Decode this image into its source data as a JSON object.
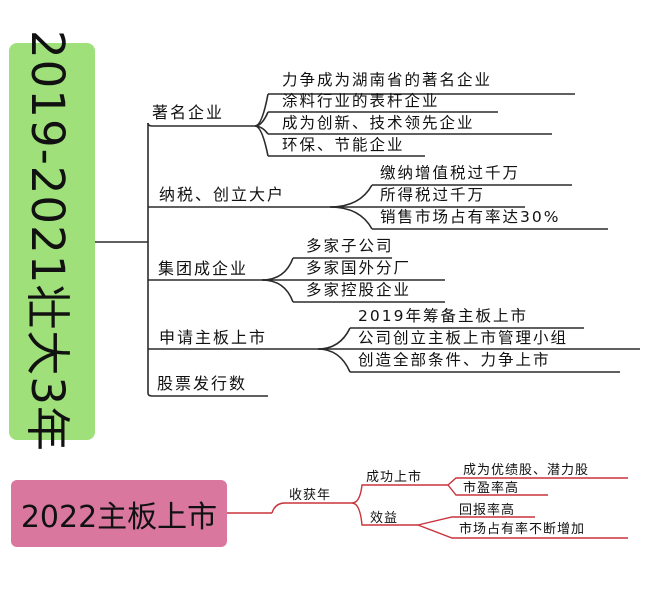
{
  "upper": {
    "title": "2019-2021壮大3年",
    "branches": [
      {
        "label": "著名企业",
        "items": [
          "力争成为湖南省的著名企业",
          "涂料行业的表杆企业",
          "成为创新、技术领先企业",
          "环保、节能企业"
        ]
      },
      {
        "label": "纳税、创立大户",
        "items": [
          "缴纳增值税过千万",
          "所得税过千万",
          "销售市场占有率达30%"
        ]
      },
      {
        "label": "集团成企业",
        "items": [
          "多家子公司",
          "多家国外分厂",
          "多家控股企业"
        ]
      },
      {
        "label": "申请主板上市",
        "items": [
          "2019年筹备主板上市",
          "公司创立主板上市管理小组",
          "创造全部条件、力争上市"
        ]
      },
      {
        "label": "股票发行数",
        "items": []
      }
    ]
  },
  "lower": {
    "title": "2022主板上市",
    "root": "收获年",
    "branches": [
      {
        "label": "成功上市",
        "items": [
          "成为优绩股、潜力股",
          "市盈率高"
        ]
      },
      {
        "label": "效益",
        "items": [
          "回报率高",
          "市场占有率不断增加"
        ]
      }
    ]
  },
  "colors": {
    "upper_box": "#9fe07a",
    "lower_box": "#d9779f",
    "upper_line": "#2b2b2b",
    "lower_line": "#c8343c"
  }
}
